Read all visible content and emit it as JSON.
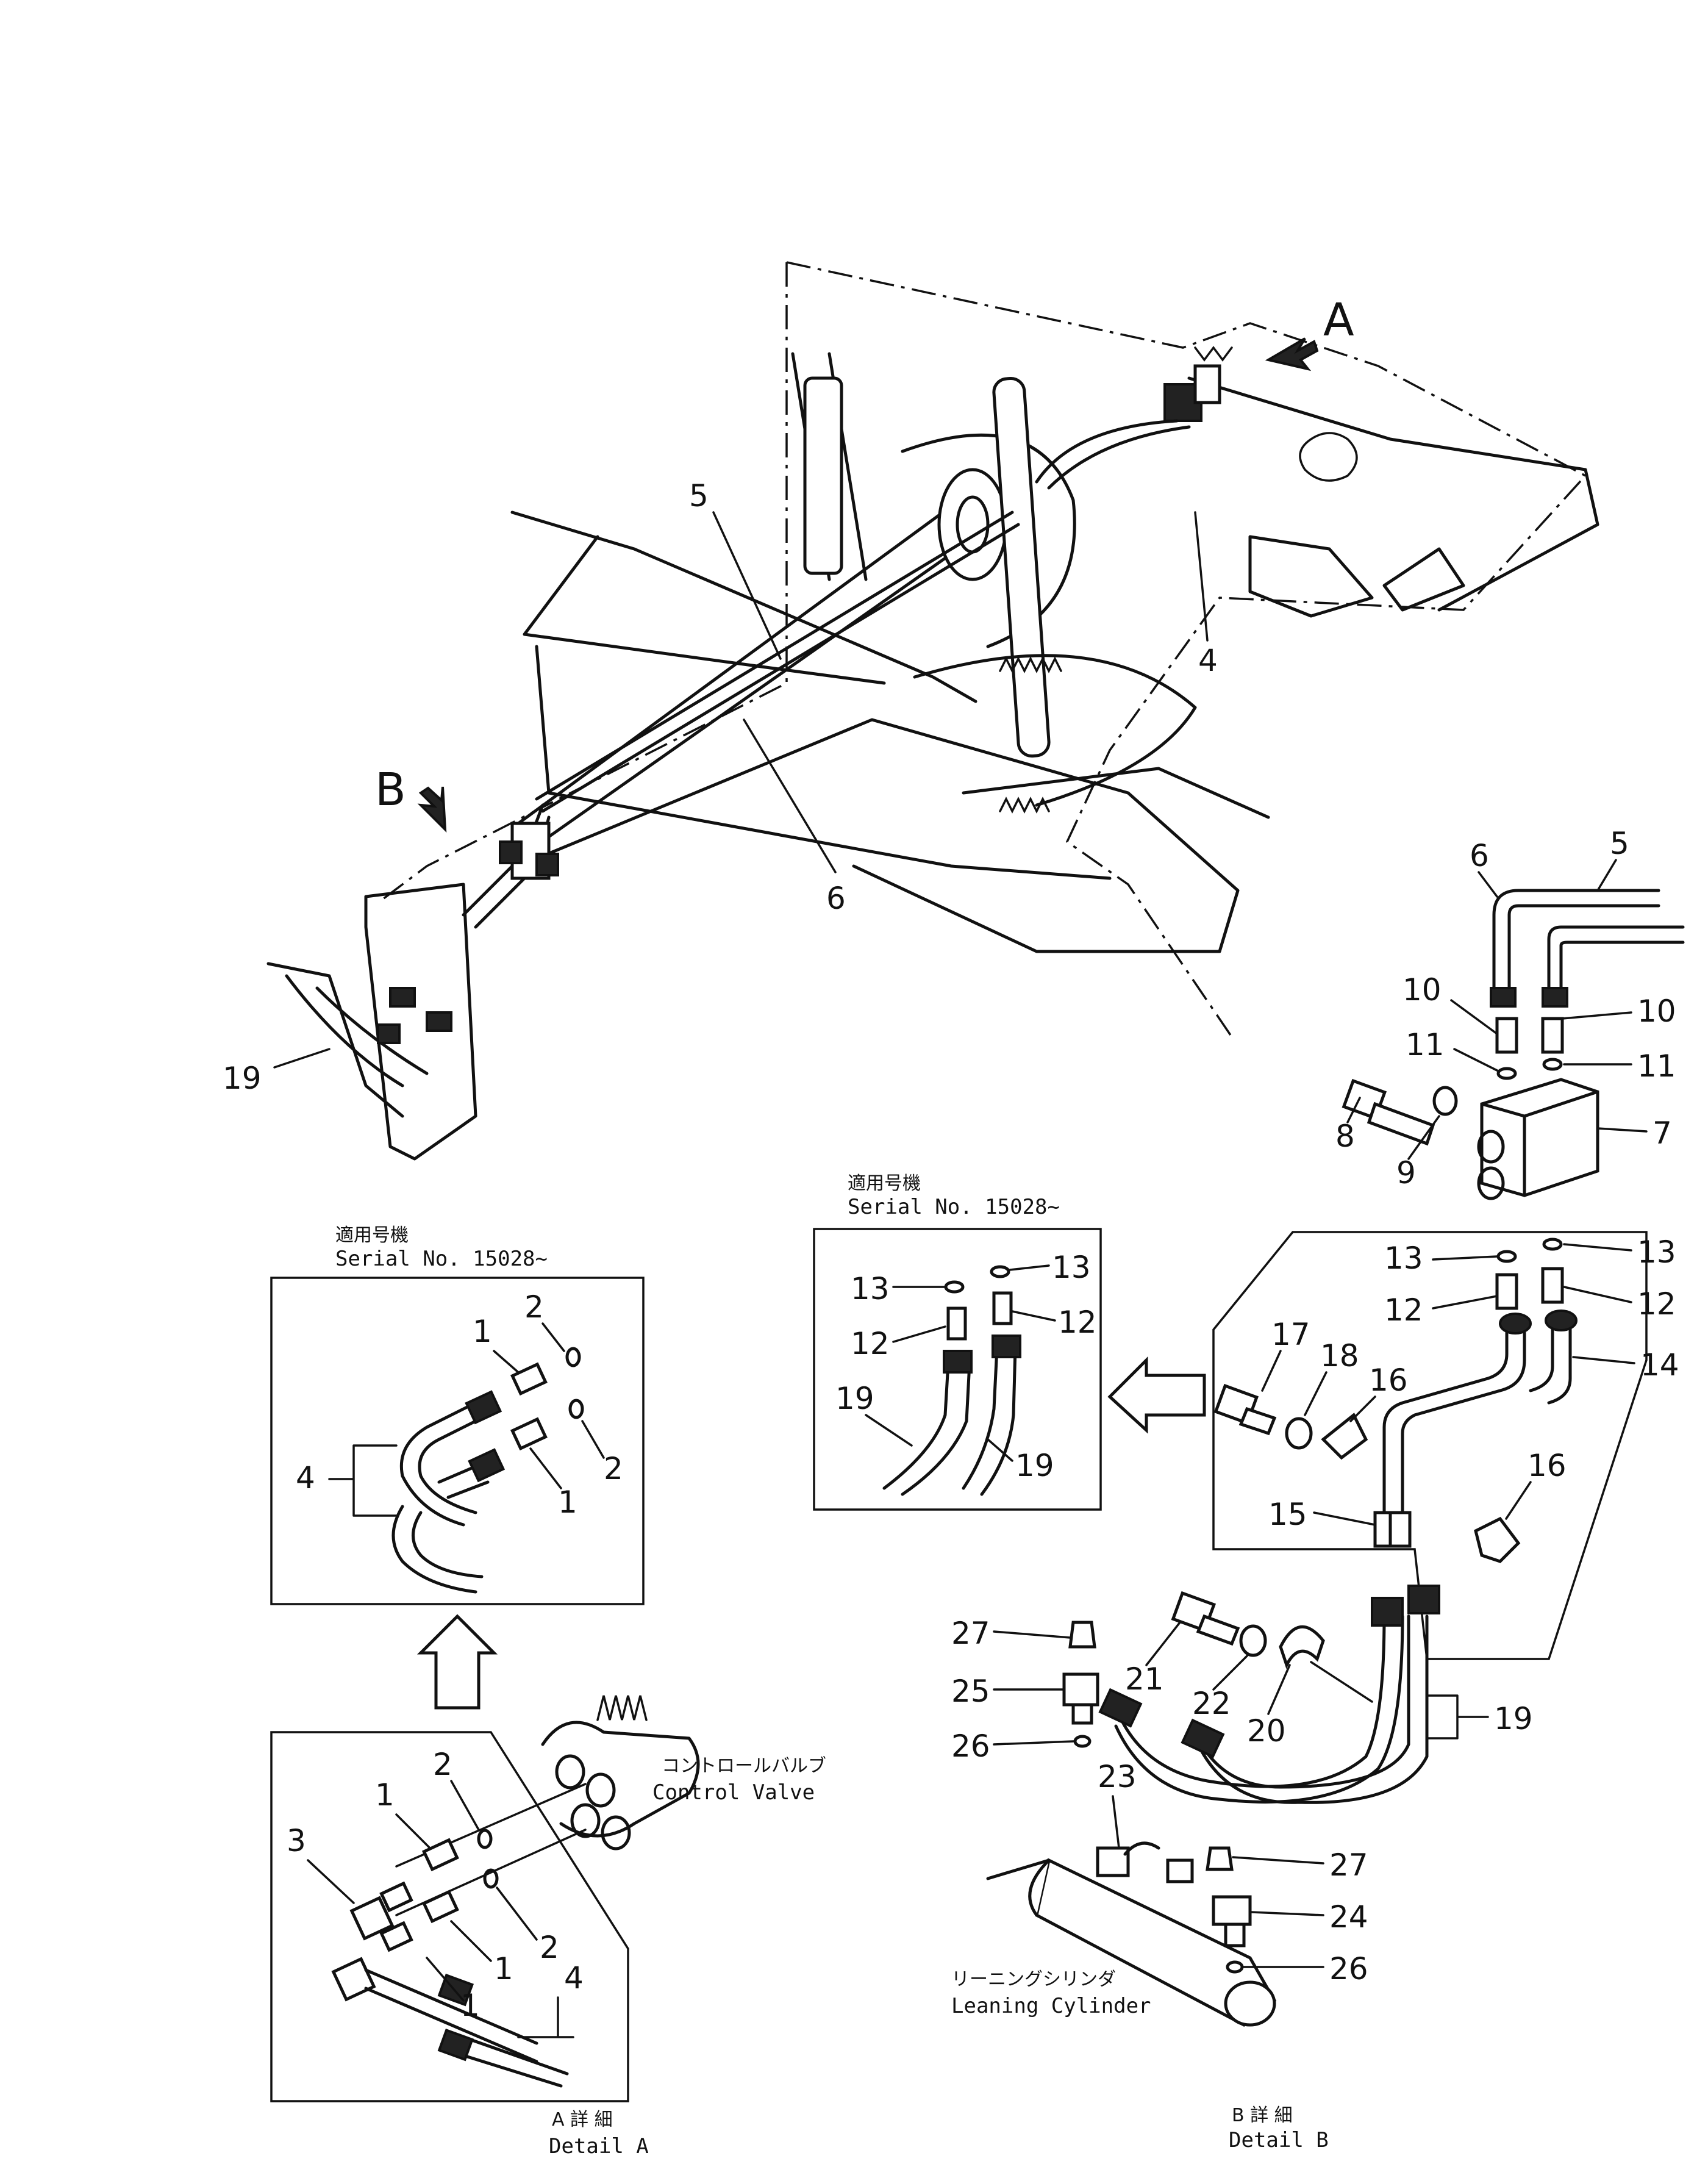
{
  "view_labels": {
    "a": "A",
    "b": "B"
  },
  "inset_left": {
    "jp": "適用号機",
    "serial": "Serial  No.  15028~"
  },
  "inset_right": {
    "jp": "適用号機",
    "serial": "Serial  No.  15028~"
  },
  "control_valve": {
    "jp": "コントロールバルブ",
    "en": "Control  Valve"
  },
  "leaning_cylinder": {
    "jp": "リーニングシリンダ",
    "en": "Leaning  Cylinder"
  },
  "detail_a": {
    "jp": "A  詳  細",
    "en": "Detail  A"
  },
  "detail_b": {
    "jp": "B  詳  細",
    "en": "Detail  B"
  },
  "callouts": {
    "c5": "5",
    "c6": "6",
    "c4": "4",
    "c19": "19",
    "r6": "6",
    "r5": "5",
    "r10a": "10",
    "r10b": "10",
    "r11a": "11",
    "r11b": "11",
    "r8": "8",
    "r9": "9",
    "r7": "7",
    "r13a": "13",
    "r13b": "13",
    "r12a": "12",
    "r12b": "12",
    "r17": "17",
    "r18": "18",
    "r16a": "16",
    "r14": "14",
    "r16b": "16",
    "r15": "15",
    "s13a": "13",
    "s13b": "13",
    "s12a": "12",
    "s12b": "12",
    "s19a": "19",
    "s19b": "19",
    "l2a": "2",
    "l1a": "1",
    "l4": "4",
    "l2b": "2",
    "l1b": "1",
    "d2a": "2",
    "d1a": "1",
    "d3": "3",
    "d1b": "1",
    "d2b": "2",
    "d1c": "1",
    "d4": "4",
    "b27a": "27",
    "b21": "21",
    "b25": "25",
    "b22": "22",
    "b26a": "26",
    "b20": "20",
    "b19": "19",
    "b23": "23",
    "b27b": "27",
    "b24": "24",
    "b26b": "26"
  }
}
